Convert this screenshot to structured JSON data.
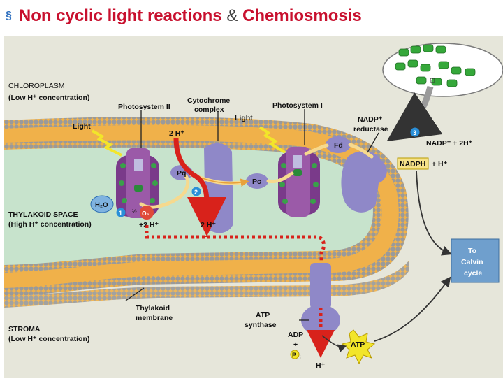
{
  "slide": {
    "bullet": "§",
    "title_part1": "Non cyclic light reactions",
    "title_amp": "&",
    "title_part2": "Chemiosmosis"
  },
  "labels": {
    "chloroplast": "CHLOROPLASM",
    "low_h_top": "(Low H⁺ concentration)",
    "photosystem_ii": "Photosystem II",
    "cytochrome_1": "Cytochrome",
    "cytochrome_2": "complex",
    "photosystem_i": "Photosystem I",
    "nadp_reductase_1": "NADP⁺",
    "nadp_reductase_2": "reductase",
    "light_left": "Light",
    "light_right": "Light",
    "h_2h": "2 H⁺",
    "fd": "Fd",
    "pq": "Pq",
    "pc": "Pc",
    "nadp_plus_2h": "NADP⁺ + 2H⁺",
    "nadph": "NADPH",
    "plus_h": "+ H⁺",
    "h2o": "H₂O",
    "half": "½",
    "o2": "O₂",
    "plus_2h": "+2 H⁺",
    "two_h_space": "2 H⁺",
    "thylakoid_space": "THYLAKOID SPACE",
    "high_h": "(High H⁺ concentration)",
    "step_1": "1",
    "step_2": "2",
    "step_3": "3",
    "to_calvin_1": "To",
    "to_calvin_2": "Calvin",
    "to_calvin_3": "cycle",
    "thylakoid_membrane_1": "Thylakoid",
    "thylakoid_membrane_2": "membrane",
    "atp_synthase_1": "ATP",
    "atp_synthase_2": "synthase",
    "adp": "ADP",
    "adp_plus": "+",
    "pi": "P",
    "pi_sub": "i",
    "atp": "ATP",
    "stroma": "STROMA",
    "low_h_bottom": "(Low H⁺ concentration)",
    "h_bottom": "H⁺"
  },
  "colors": {
    "stroma": "#e6e6da",
    "lumen": "#c7e3cc",
    "membrane_core": "#f0b14a",
    "head_groups": "#9a9a9a",
    "protein": "#8f88c8",
    "red_arrow": "#d8221b",
    "calvin_box": "#6f9fcd",
    "nadph_box": "#f6e28a",
    "step_circle": "#2a8fd8"
  }
}
